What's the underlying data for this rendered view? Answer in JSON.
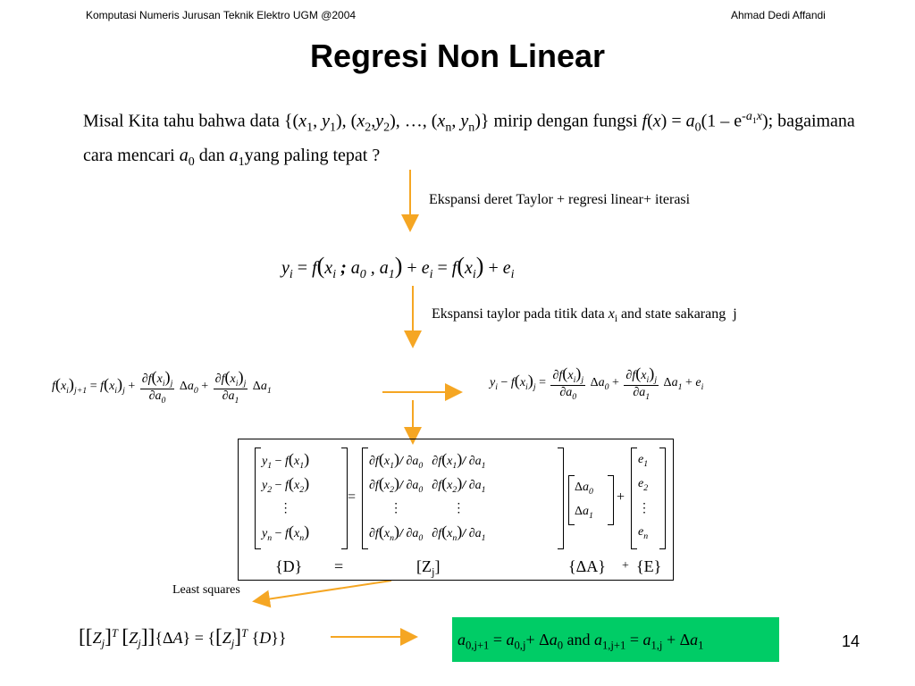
{
  "header": {
    "left": "Komputasi Numeris Jurusan Teknik Elektro UGM @2004",
    "right": "Ahmad Dedi Affandi"
  },
  "title": "Regresi Non Linear",
  "intro_text": "Misal Kita tahu bahwa data {(x1, y1), (x2,y2), …, (xn, yn)} mirip dengan fungsi f(x) = a0(1 – e-a1x); bagaimana cara mencari a0 dan a1yang paling tepat ?",
  "notes": {
    "step1": "Ekspansi deret Taylor + regresi linear+ iterasi",
    "step2": "Ekspansi taylor pada titik data xi and state sakarang  j",
    "least_squares": "Least squares"
  },
  "matrix_labels": {
    "D": "{D}",
    "eq": "=",
    "Z": "[Zj]",
    "dA": "{ΔA}",
    "plus": "+",
    "E": "{E}"
  },
  "result": "a0,j+1 = a0,j+ Δa0 and a1,j+1 = a1,j + Δa1",
  "page_number": "14",
  "colors": {
    "arrow": "#f5a623",
    "result_box": "#00cc66"
  }
}
